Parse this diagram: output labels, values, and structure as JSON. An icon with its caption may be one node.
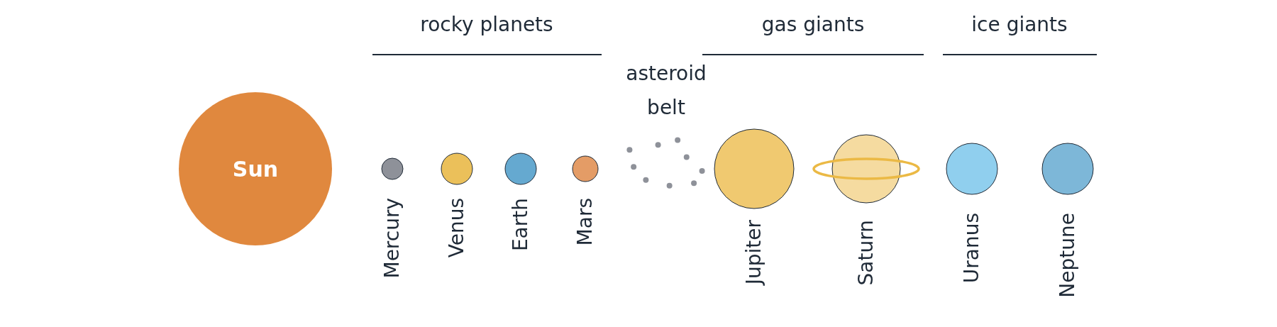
{
  "diagram": {
    "nodes": [
      {
        "text": [
          "Sun"
        ]
      },
      {
        "text": [],
        "shape": "circle",
        "beside": [
          "Mercury"
        ]
      },
      {
        "text": [],
        "shape": "circle",
        "beside": [
          "Venus"
        ]
      },
      {
        "text": [],
        "shape": "circle",
        "beside": [
          "Earth"
        ]
      },
      {
        "text": [],
        "shape": "circle",
        "beside": [
          "Mars"
        ]
      },
      {
        "text": [],
        "shape": "circle",
        "beside": [
          "Jupiter"
        ]
      },
      {
        "text": [],
        "shape": "circle",
        "beside": [
          "Saturn"
        ]
      },
      {
        "text": [],
        "shape": "circle",
        "beside": [
          "Uranus"
        ]
      },
      {
        "text": [],
        "shape": "circle",
        "beside": [
          "Neptune"
        ]
      }
    ],
    "edges": [],
    "labels": [
      "rocky planets",
      "asteroid belt",
      "gas giants",
      "ice giants"
    ]
  }
}
